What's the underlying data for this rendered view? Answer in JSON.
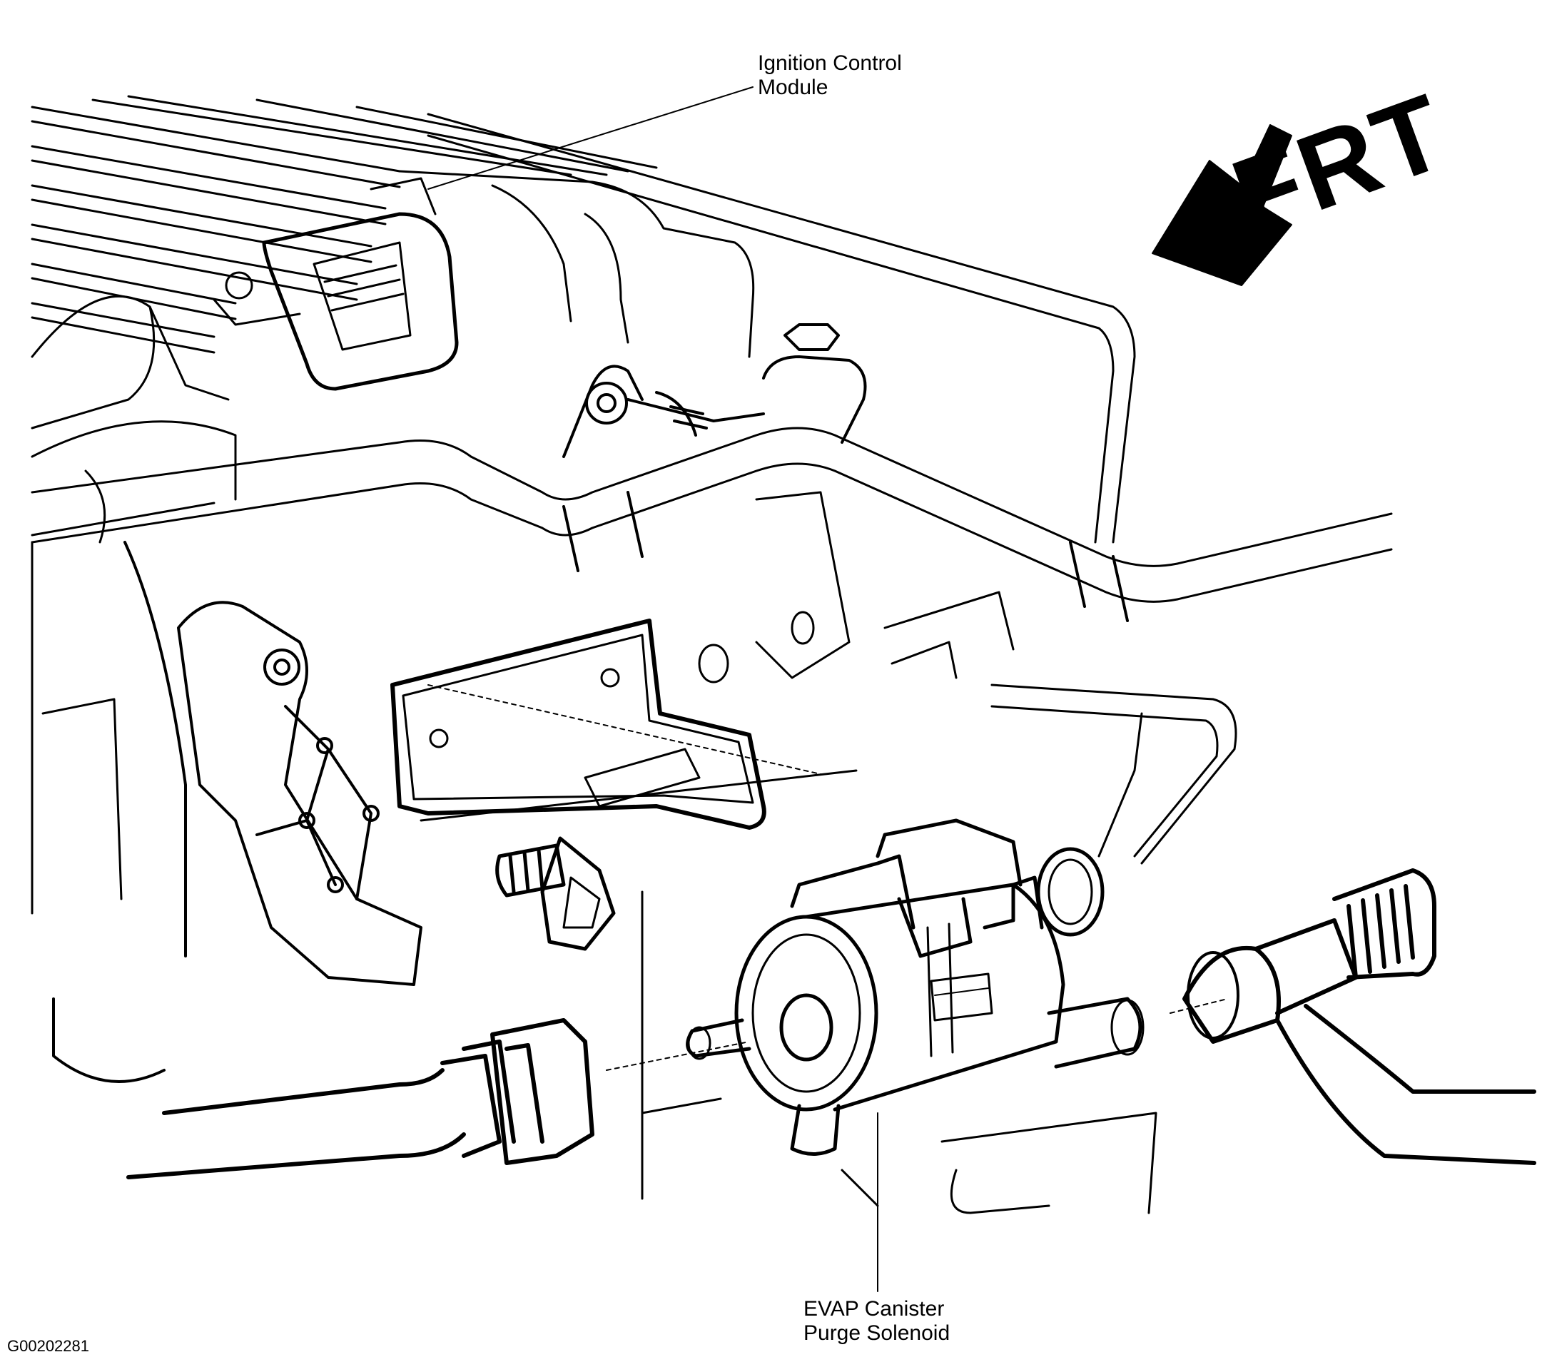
{
  "labels": {
    "icm_line1": "Ignition Control",
    "icm_line2": "Module",
    "evap_line1": "EVAP Canister",
    "evap_line2": "Purge Solenoid",
    "direction": "FRT",
    "figure_id": "G00202281"
  },
  "style": {
    "ink": "#000000",
    "paper": "#ffffff"
  },
  "icons": {
    "direction_arrow": "front-direction-arrow-icon"
  }
}
